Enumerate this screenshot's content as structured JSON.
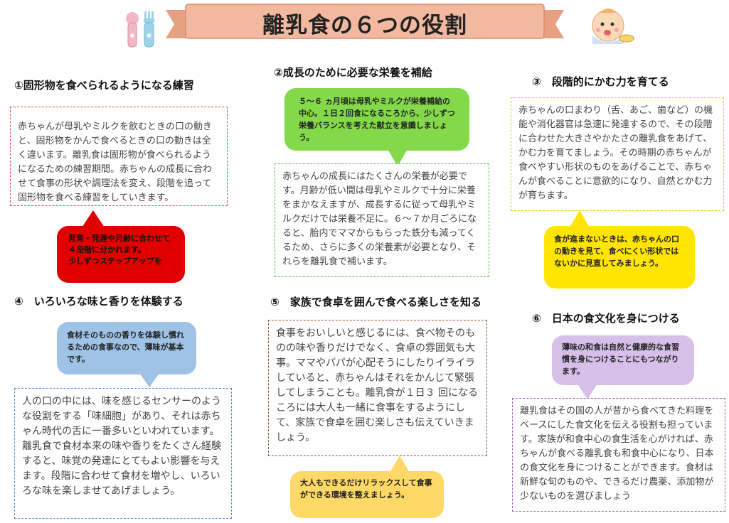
{
  "title": "離乳食の６つの役割",
  "colors": {
    "banner": "#f2b8a0",
    "red": "#e00000",
    "green": "#84d94a",
    "yellow": "#ffe500",
    "blue": "#9ec3e6",
    "orange": "#ffd966",
    "purple": "#d6bfe8"
  },
  "icons": {
    "utensils": "spoon-and-fork-icon",
    "baby": "baby-eating-icon"
  },
  "sections": {
    "s1": {
      "heading": "①固形物を食べられるようになる練習",
      "body": "赤ちゃんが母乳やミルクを飲むときの口の動きと、固形物をかんで食べるときの口の動きは全く違います。離乳食は固形物が食べられるようになるための練習期間。赤ちゃんの成長に合わせて食事の形状や調理法を変え、段階を追って固形物を食べる練習をしていきます。",
      "bubble": "発育・発達や月齢に合わせて\n４段階に分かれます。\n少しずつステップアップを"
    },
    "s2": {
      "heading": "②成長のために必要な栄養を補給",
      "bubble": "５～６ ヵ月頃は母乳やミルクが栄養補給の中心。１日２回食になるころから、少しずつ栄養バランスを考えた献立を意識しましょう。",
      "body": "赤ちゃんの成長にはたくさんの栄養が必要です。月齢が低い間は母乳やミルクで十分に栄養をまかなえますが、成長するに従って母乳やミルクだけでは栄養不足に。６～７か月ごろになると、胎内でママからもらった鉄分も減ってくるため、さらに多くの栄養素が必要となり、それらを離乳食で補います。"
    },
    "s3": {
      "heading": "③　段階的にかむ力を育てる",
      "body": "赤ちゃんの口まわり（舌、あご、歯など）の機能や消化器官は急速に発達するので、その段階に合わせた大きさやかたさの離乳食をあげて、かむ力を育てましょう。その時期の赤ちゃんが食べやすい形状のものをあげることで、赤ちゃんが食べることに意欲的になり、自然とかむ力が育ちます。",
      "bubble": "食が進まないときは、赤ちゃんの口の動きを見て、食べにくい形状ではないかに見直してみましょう。"
    },
    "s4": {
      "heading": "④　いろいろな味と香りを体験する",
      "bubble": "食材そのものの香りを体験し慣れるための食事なので、薄味が基本です。",
      "body": "人の口の中には、味を感じるセンサーのような役割をする「味細胞」があり、それは赤ちゃん時代の舌に一番多いといわれています。離乳食で食材本来の味や香りをたくさん経験すると、味覚の発達にとてもよい影響を与えます。段階に合わせて食材を増やし、いろいろな味を楽しませてあげましょう。"
    },
    "s5": {
      "heading": "⑤　家族で食卓を囲んで食べる楽しさを知る",
      "body": "食事をおいしいと感じるには、食べ物そのものの味や香りだけでなく、食卓の雰囲気も大事。ママやパパが心配そうにしたりイライラしていると、赤ちゃんはそれをかんじて緊張してしまうことも。離乳食が１日３ 回になるころには大人も一緒に食事をするようにして、家族で食卓を囲む楽しさも伝えていきましょう。",
      "bubble": "大人もできるだけリラックスして食事ができる環境を整えましょう。"
    },
    "s6": {
      "heading": "⑥　日本の食文化を身につける",
      "bubble": "薄味の和食は自然と健康的な食習慣を身につけることにもつながります。",
      "body": "離乳食はその国の人が昔から食べてきた料理をベースにした食文化を伝える役割も担っています。家族が和食中心の食生活を心がければ、赤ちゃんが食べる離乳食も和食中心になり、日本の食文化を身につけることができます。食材は新鮮な旬のものや、できるだけ農薬、添加物が少ないものを選びましょう"
    }
  }
}
